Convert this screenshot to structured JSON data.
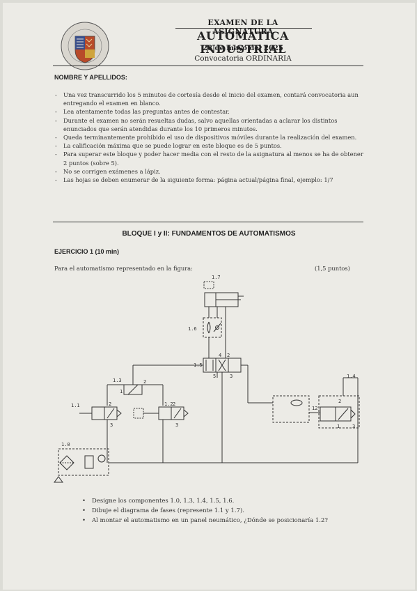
{
  "header": {
    "exam_title": "EXAMEN DE LA ASIGNATURA",
    "subject": "AUTOMATICA INDUSTRIAL",
    "date": "28 de mayo del 2025",
    "convocatoria": "Convocatoria ORDINARIA"
  },
  "name_label": "NOMBRE Y APELLIDOS:",
  "rules": [
    "Una vez transcurrido los 5 minutos de cortesía desde el inicio del examen, contará convocatoria aun entregando el examen en blanco.",
    "Lea atentamente todas las preguntas antes de contestar.",
    "Durante el examen no serán resueltas dudas, salvo aquellas orientadas a aclarar los distintos enunciados que serán atendidas durante los 10 primeros minutos.",
    "Queda terminantemente prohibido el uso de dispositivos móviles durante la realización del examen.",
    "La calificación máxima que se puede lograr en este bloque es de 5 puntos.",
    "Para superar este bloque y poder hacer media con el resto de la asignatura al menos se ha de obtener 2 puntos (sobre 5).",
    "No se corrigen exámenes a lápiz.",
    "Las hojas se deben enumerar de la siguiente forma: página actual/página final, ejemplo: 1/7"
  ],
  "block_title": "BLOQUE I y II: FUNDAMENTOS DE AUTOMATISMOS",
  "exercise": {
    "title": "EJERCICIO 1 (10 min)",
    "statement": "Para el automatismo representado en la figura:",
    "points": "(1,5 puntos)"
  },
  "diagram": {
    "labels": {
      "c17": "1.7",
      "v16": "1.6",
      "v15": "1.5",
      "v13": "1.3",
      "v14": "1.4",
      "v11": "1.1",
      "v12": "1.2",
      "u10": "1.0"
    },
    "ports": {
      "p1": "1",
      "p2": "2",
      "p3": "3",
      "p4": "4",
      "p5": "5",
      "p12": "12"
    }
  },
  "questions": [
    "Designe los componentes 1.0, 1.3, 1.4, 1.5, 1.6.",
    "Dibuje el diagrama de fases (represente 1.1 y 1.7).",
    "Al montar el automatismo en un panel neumático, ¿Dónde se posicionaría 1.2?"
  ]
}
